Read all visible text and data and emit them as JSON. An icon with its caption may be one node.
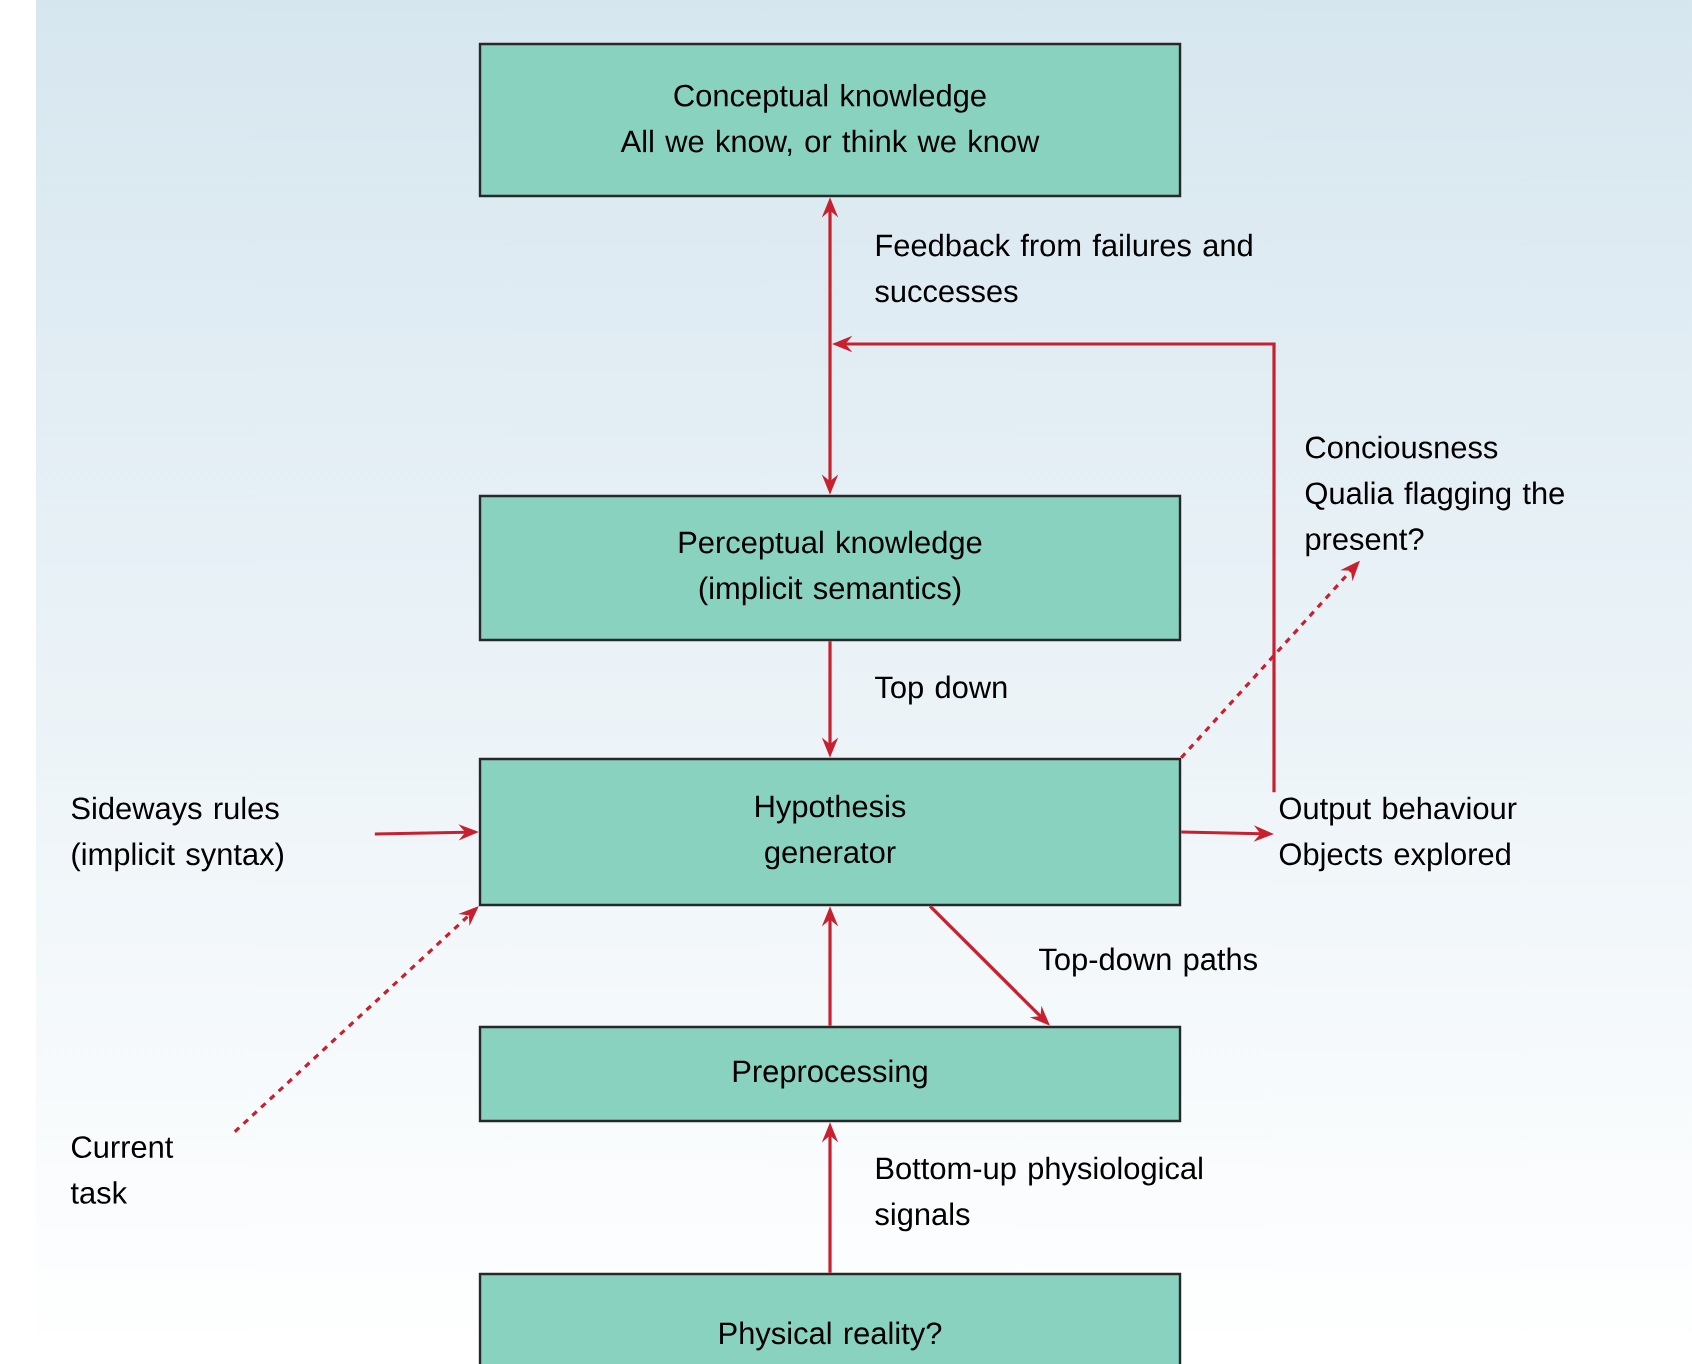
{
  "diagram": {
    "nodes": [
      {
        "text": [
          "Conceptual knowledge",
          "All we know, or think we know"
        ]
      },
      {
        "text": [
          "Perceptual knowledge (implicit semantics)"
        ]
      },
      {
        "text": [
          "Hypothesis generator"
        ]
      },
      {
        "text": [
          "Preprocessing"
        ]
      },
      {
        "text": [
          "Physical reality?"
        ]
      },
      {
        "text": [
          "Sideways rules (implicit syntax)"
        ]
      },
      {
        "text": [
          "Output behaviour",
          "Objects explored"
        ]
      },
      {
        "text": [
          "Current task"
        ]
      },
      {
        "text": [
          "Conciousness",
          "Qualia flagging the present?"
        ]
      }
    ],
    "edges": [
      {
        "from": 0,
        "to": 1,
        "arrow": "both",
        "label": "Feedback from failures and successes"
      },
      {
        "from": 6,
        "to": null,
        "arrow": "to"
      },
      {
        "from": 1,
        "to": 2,
        "arrow": "to",
        "label": "Top down"
      },
      {
        "from": 5,
        "to": 2,
        "arrow": "to"
      },
      {
        "from": 2,
        "to": 6,
        "arrow": "to"
      },
      {
        "from": 7,
        "to": 2,
        "arrow": "to",
        "style": "dashed"
      },
      {
        "from": 2,
        "to": 8,
        "arrow": "to",
        "style": "dashed"
      },
      {
        "from": 3,
        "to": 2,
        "arrow": "to"
      },
      {
        "from": 2,
        "to": 3,
        "arrow": "to",
        "label": "Top-down paths"
      },
      {
        "from": 4,
        "to": 3,
        "arrow": "to",
        "label": "Bottom-up physiological signals"
      }
    ]
  }
}
